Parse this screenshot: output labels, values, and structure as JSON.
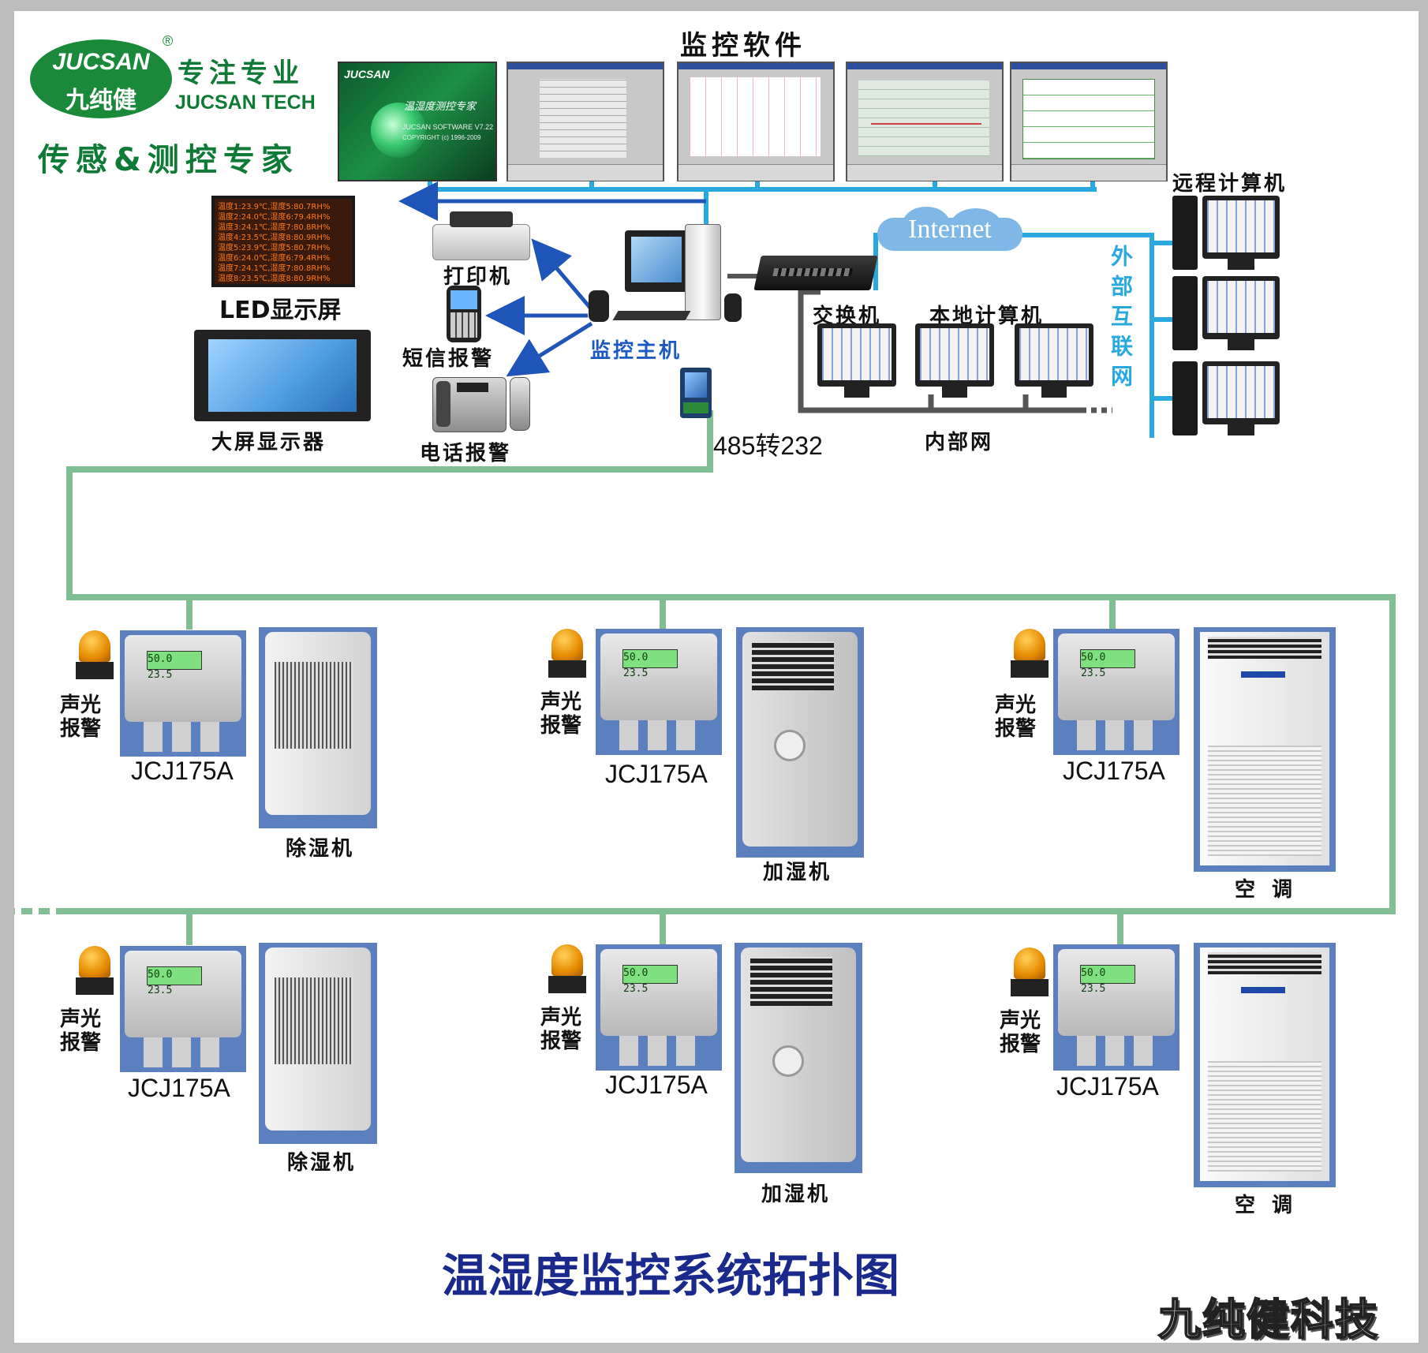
{
  "brand": {
    "logo_word": "JUCSAN",
    "logo_cn": "九纯健",
    "registered": "®",
    "slogan_top": "专注专业",
    "slogan_en": "JUCSAN TECH",
    "tagline": "传感&测控专家"
  },
  "software": {
    "title": "监控软件",
    "splash_title": "温湿度测控专家",
    "splash_version": "JUCSAN SOFTWARE V7.22",
    "splash_copyright": "COPYRIGHT (c) 1996-2009"
  },
  "led": {
    "label": "LED显示屏",
    "lines": [
      "温度1:23.9℃,湿度5:80.7RH%",
      "温度2:24.0℃,湿度6:79.4RH%",
      "温度3:24.1℃,湿度7:80.8RH%",
      "温度4:23.5℃,湿度8:80.9RH%",
      "温度5:23.9℃,湿度5:80.7RH%",
      "温度6:24.0℃,湿度6:79.4RH%",
      "温度7:24.1℃,湿度7:80.8RH%",
      "温度8:23.5℃,湿度8:80.9RH%"
    ]
  },
  "labels": {
    "big_screen": "大屏显示器",
    "printer": "打印机",
    "sms": "短信报警",
    "phone": "电话报警",
    "host": "监控主机",
    "converter": "485转232",
    "switch": "交换机",
    "local_pc": "本地计算机",
    "intranet": "内部网",
    "internet": "Internet",
    "remote_pc": "远程计算机",
    "external": "外部互联网"
  },
  "nodes": [
    {
      "alarm": "声光报警",
      "model": "JCJ175A",
      "device": "除湿机",
      "lcd_h": "50.0",
      "lcd_t": "23.5"
    },
    {
      "alarm": "声光报警",
      "model": "JCJ175A",
      "device": "加湿机",
      "lcd_h": "50.0",
      "lcd_t": "23.5"
    },
    {
      "alarm": "声光报警",
      "model": "JCJ175A",
      "device": "空 调",
      "lcd_h": "50.0",
      "lcd_t": "23.5"
    },
    {
      "alarm": "声光报警",
      "model": "JCJ175A",
      "device": "除湿机",
      "lcd_h": "50.0",
      "lcd_t": "23.5"
    },
    {
      "alarm": "声光报警",
      "model": "JCJ175A",
      "device": "加湿机",
      "lcd_h": "50.0",
      "lcd_t": "23.5"
    },
    {
      "alarm": "声光报警",
      "model": "JCJ175A",
      "device": "空 调",
      "lcd_h": "50.0",
      "lcd_t": "23.5"
    }
  ],
  "footer": {
    "title": "温湿度监控系统拓扑图",
    "company": "九纯健科技"
  },
  "colors": {
    "bus_green": "#7fbf93",
    "internet_blue": "#2aa8e0",
    "lan_gray": "#555555",
    "arrow_blue": "#1f55b8",
    "title_blue": "#1a2a8c"
  }
}
